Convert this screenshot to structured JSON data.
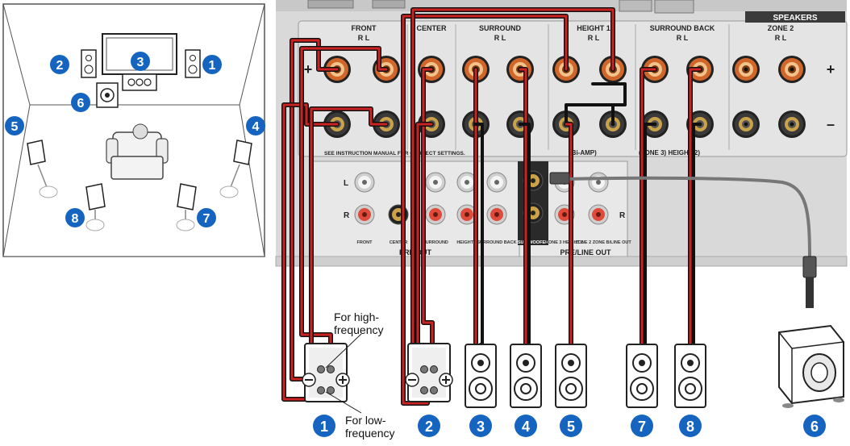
{
  "panel": {
    "banner": "SPEAKERS",
    "groups": [
      {
        "label": "FRONT",
        "sub": "R    L"
      },
      {
        "label": "CENTER",
        "sub": ""
      },
      {
        "label": "SURROUND",
        "sub": "R    L"
      },
      {
        "label": "HEIGHT 1",
        "sub": "R    L"
      },
      {
        "label": "SURROUND BACK",
        "sub": "R    L"
      },
      {
        "label": "ZONE 2",
        "sub": "R    L"
      }
    ],
    "plus": "+",
    "minus": "–",
    "bottom_note_1": "SEE INSTRUCTION MANUAL FOR CORRECT SETTINGS.",
    "bottom_note_2": "(Bi-AMP)",
    "bottom_note_3": "(ZONE 3)    HEIGHT 2)",
    "preout": {
      "row_l": "L",
      "row_r": "R",
      "jack_labels": [
        "FRONT",
        "CENTER",
        "SURROUND",
        "HEIGHT 1",
        "SURROUND BACK",
        "SUB-WOOFER",
        "ZONE 3 HEIGHT 2",
        "ZONE 2 ZONE B/LINE OUT"
      ],
      "pre_out": "PRE OUT",
      "line_out": "PRE/LINE OUT",
      "zone_r": "R"
    }
  },
  "callouts": {
    "high": "For high-\nfrequency",
    "high_1": "For high-",
    "high_2": "frequency",
    "low_1": "For low-",
    "low_2": "frequency"
  },
  "speaker_numbers": [
    "1",
    "2",
    "3",
    "4",
    "5",
    "7",
    "8",
    "6"
  ],
  "room_numbers": [
    "2",
    "3",
    "1",
    "6",
    "5",
    "4",
    "8",
    "7"
  ],
  "colors": {
    "badge": "#1565c0",
    "wire_red": "#cc2222",
    "wire_black": "#111111",
    "panel_bg": "#d9d9d9",
    "terminal_ring": "#d0662a",
    "banner_bg": "#3a3a3a"
  }
}
